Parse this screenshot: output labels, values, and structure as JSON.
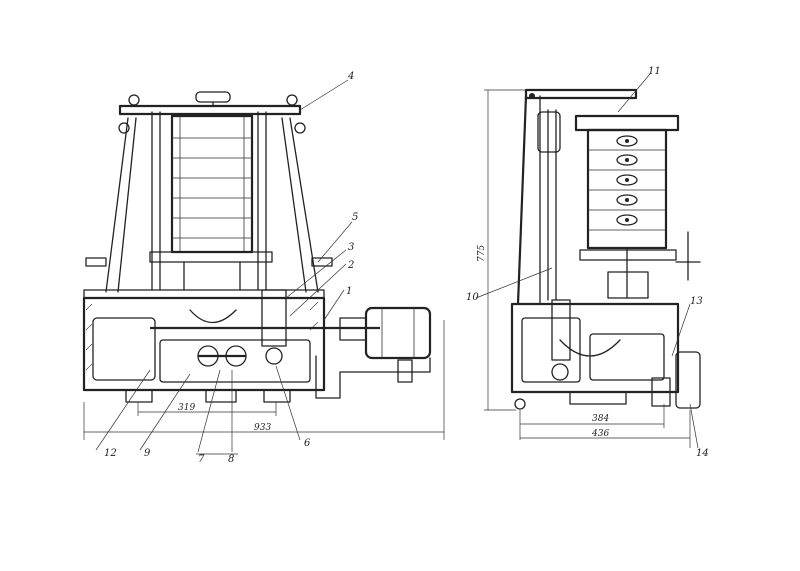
{
  "front_view": {
    "callouts": [
      "4",
      "5",
      "3",
      "2",
      "1",
      "12",
      "9",
      "7",
      "8",
      "6"
    ],
    "dims": [
      "319",
      "933"
    ]
  },
  "side_view": {
    "callouts": [
      "11",
      "10",
      "13",
      "14"
    ],
    "dims": [
      "775",
      "384",
      "436"
    ]
  }
}
